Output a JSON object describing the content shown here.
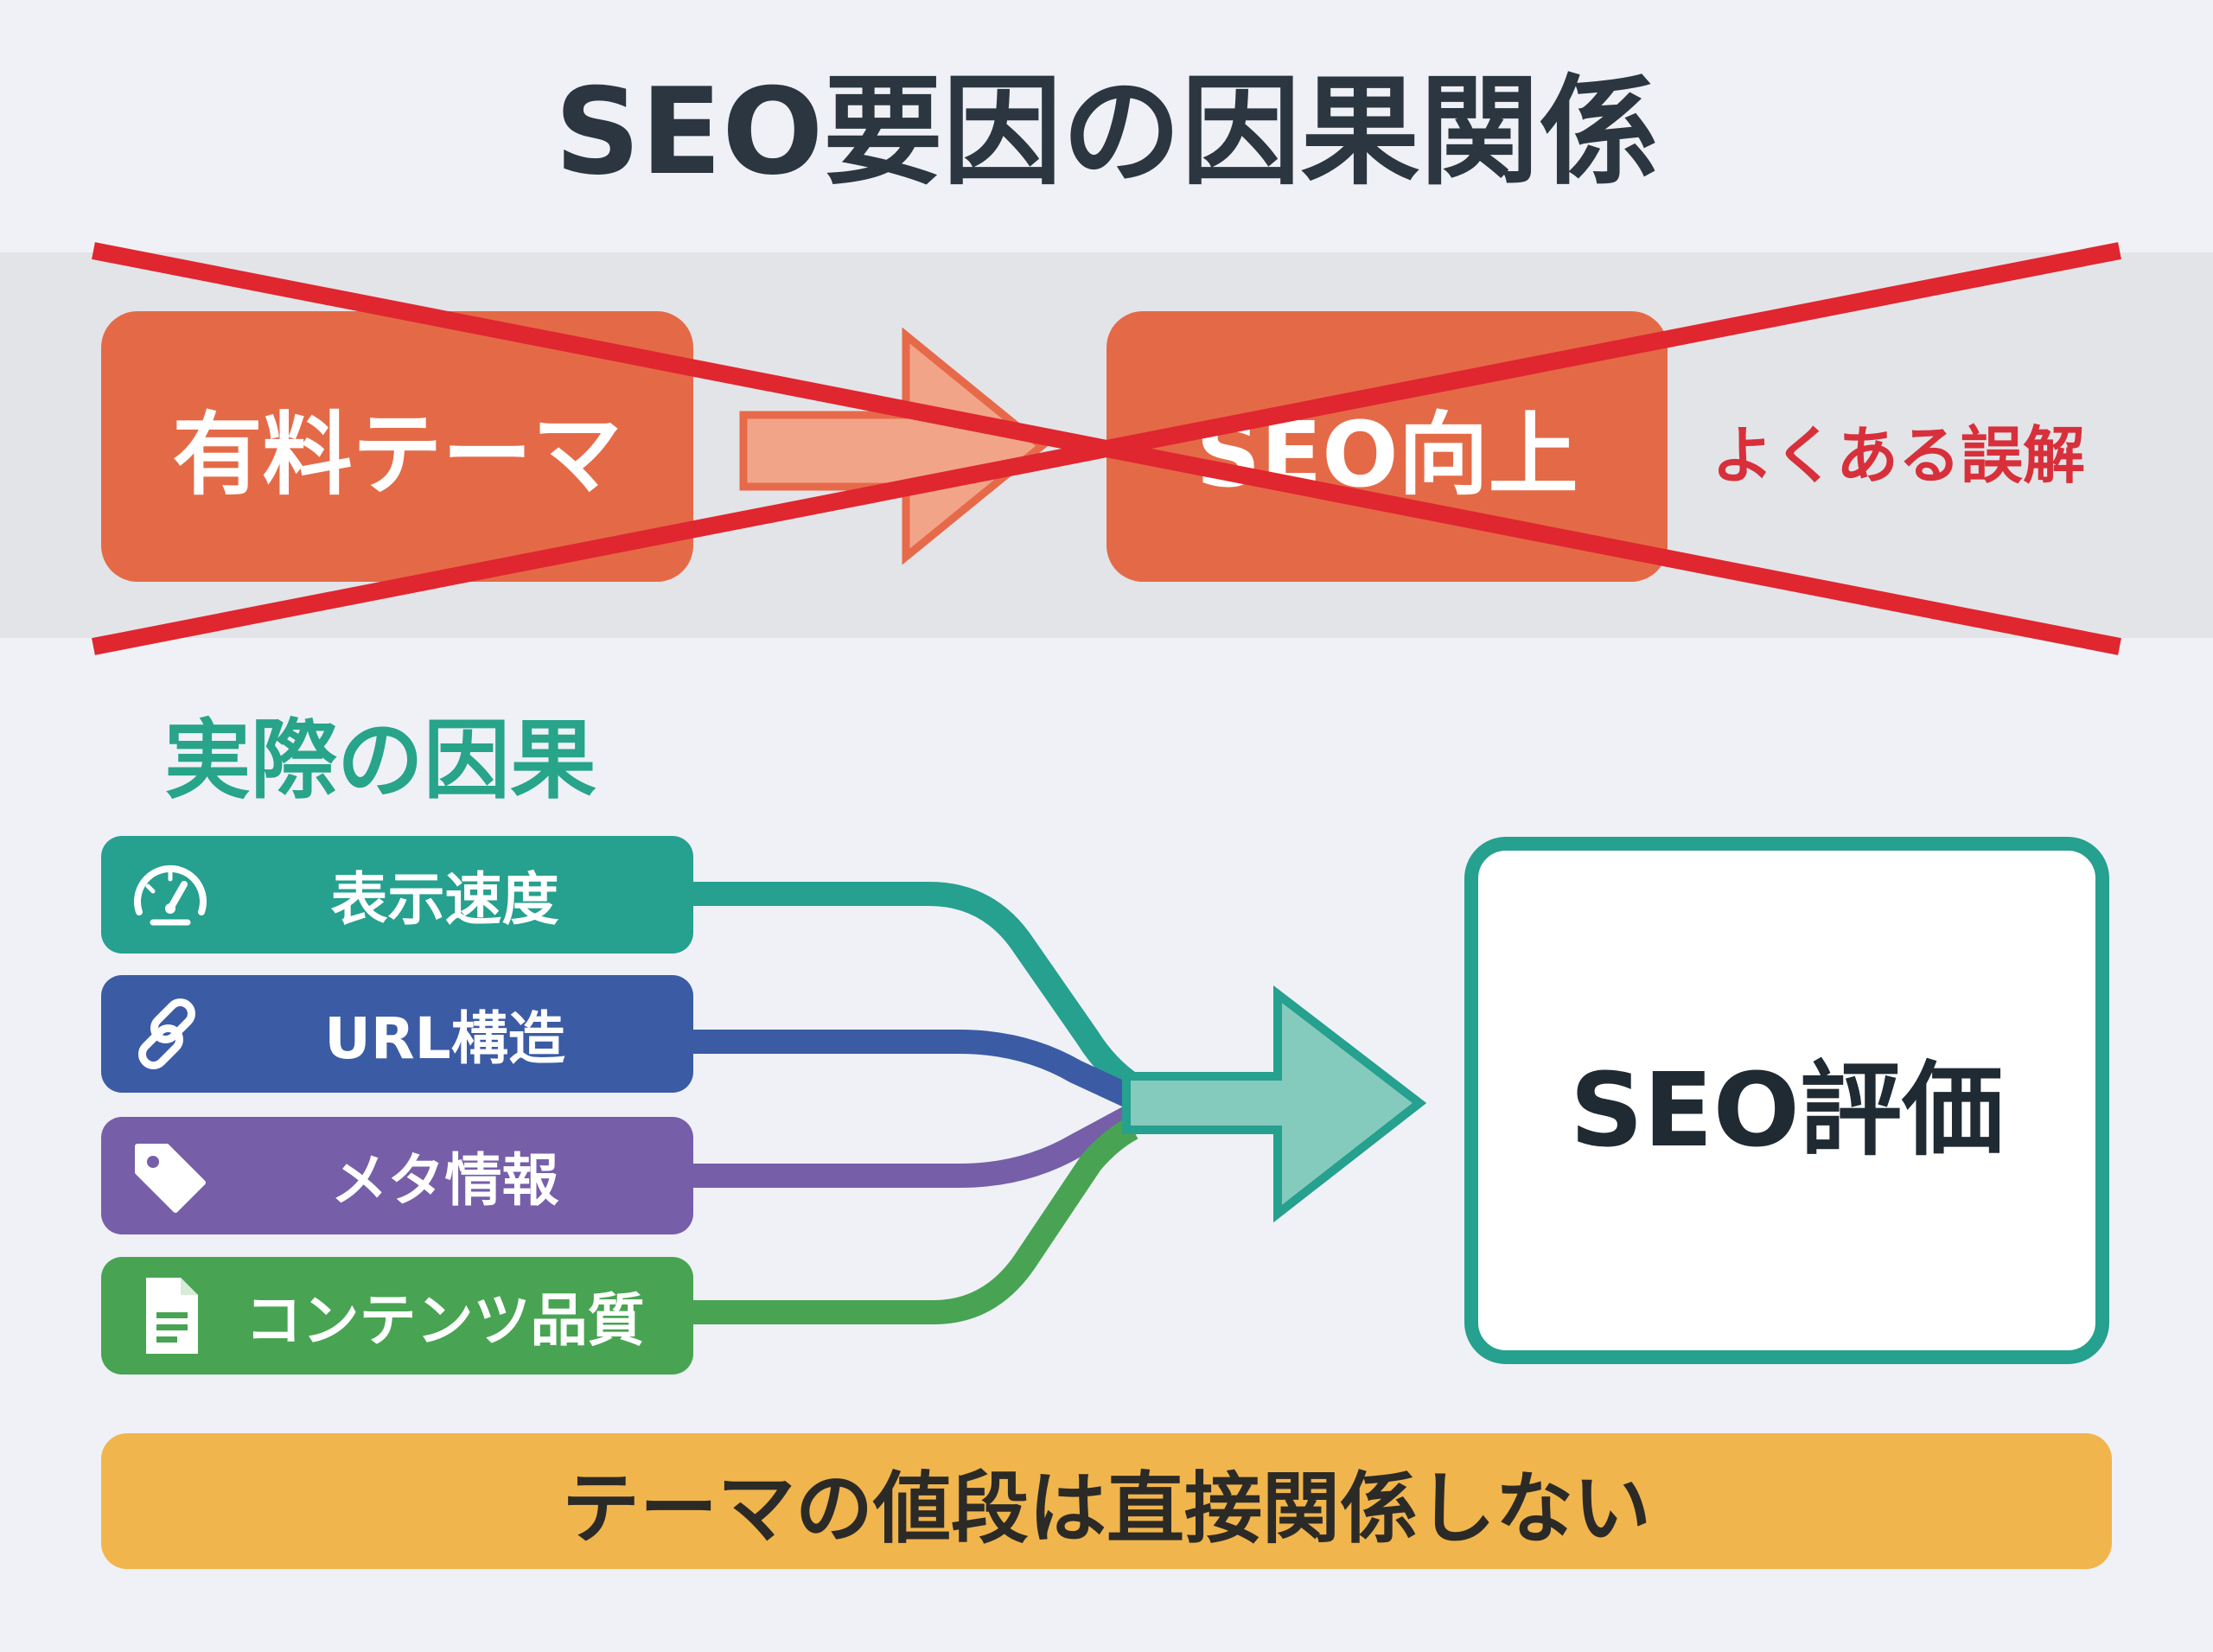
{
  "title": "SEO要因の因果関係",
  "misconception": {
    "from_label": "有料テーマ",
    "to_label": "SEO向上",
    "tag": "よくある誤解",
    "colors": {
      "box": "#e46a47",
      "cross": "#e0262f",
      "tag": "#d7303a"
    }
  },
  "actual": {
    "section_title": "実際の因果",
    "factors": [
      {
        "label": "表示速度",
        "icon": "speedometer-icon",
        "color": "#26a08f"
      },
      {
        "label": "URL構造",
        "icon": "link-icon",
        "color": "#3b5ba5"
      },
      {
        "label": "メタ情報",
        "icon": "tag-icon",
        "color": "#765ea9"
      },
      {
        "label": "コンテンツ品質",
        "icon": "document-icon",
        "color": "#48a452"
      }
    ],
    "target_label": "SEO評価",
    "accent": "#26a08f"
  },
  "conclusion": "テーマの値段は直接関係しない"
}
